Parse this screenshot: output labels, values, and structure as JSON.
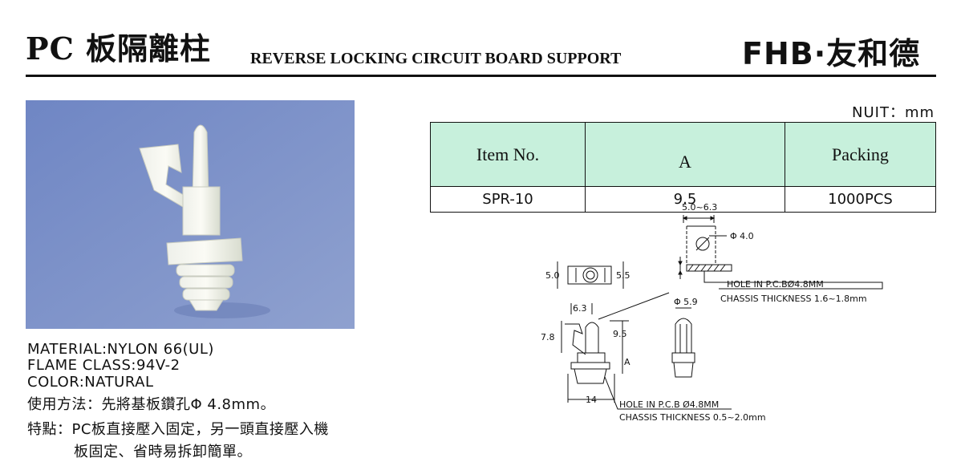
{
  "header": {
    "title_cn": "PC 板隔離柱",
    "title_en": "REVERSE LOCKING CIRCUIT BOARD SUPPORT",
    "brand": "FHB·友和德"
  },
  "unit_note": "NUIT：mm",
  "table": {
    "headers": [
      "Item No.",
      "A",
      "Packing"
    ],
    "rows": [
      [
        "SPR-10",
        "9.5",
        "1000PCS"
      ]
    ]
  },
  "specs": {
    "material": "MATERIAL:NYLON 66(UL)",
    "flame": "FLAME CLASS:94V-2",
    "color": "COLOR:NATURAL",
    "usage": "使用方法：先將基板鑽孔Φ 4.8mm。",
    "feature_1": "特點：PC板直接壓入固定，另一頭直接壓入機",
    "feature_2": "板固定、省時易拆卸簡單。"
  },
  "drawing": {
    "d_50_63": "5.0~6.3",
    "d_phi40": "Φ 4.0",
    "d_50": "5.0",
    "d_55": "5.5",
    "d_63": "6.3",
    "d_phi59": "Φ 5.9",
    "d_78": "7.8",
    "d_95": "9.5",
    "d_a": "A",
    "d_14": "14",
    "hole_top": "HOLE IN P.C.BØ4.8MM",
    "chassis_top": "CHASSIS THICKNESS 1.6~1.8mm",
    "hole_bottom": "HOLE IN P.C.B Ø4.8MM",
    "chassis_bottom": "CHASSIS THICKNESS 0.5~2.0mm"
  }
}
